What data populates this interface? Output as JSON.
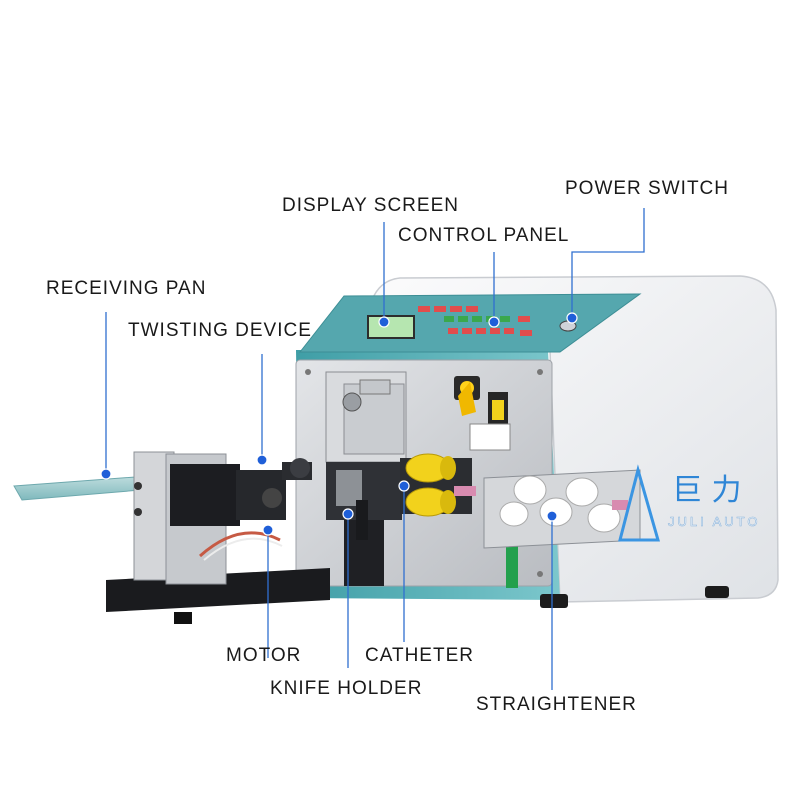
{
  "labels": {
    "display_screen": "DISPLAY SCREEN",
    "power_switch": "POWER SWITCH",
    "control_panel": "CONTROL PANEL",
    "receiving_pan": "RECEIVING PAN",
    "twisting_device": "TWISTING DEVICE",
    "motor": "MOTOR",
    "catheter": "CATHETER",
    "knife_holder": "KNIFE HOLDER",
    "straightener": "STRAIGHTENER"
  },
  "brand": {
    "name_cn": "巨 力",
    "name_en": "JULI AUTO"
  },
  "colors": {
    "leader_line": "#2f6fd0",
    "marker_dot": "#1f5fd8",
    "machine_body": "#eef0f2",
    "panel_teal": "#5fb6bc",
    "roller_yellow": "#f2d21c"
  }
}
